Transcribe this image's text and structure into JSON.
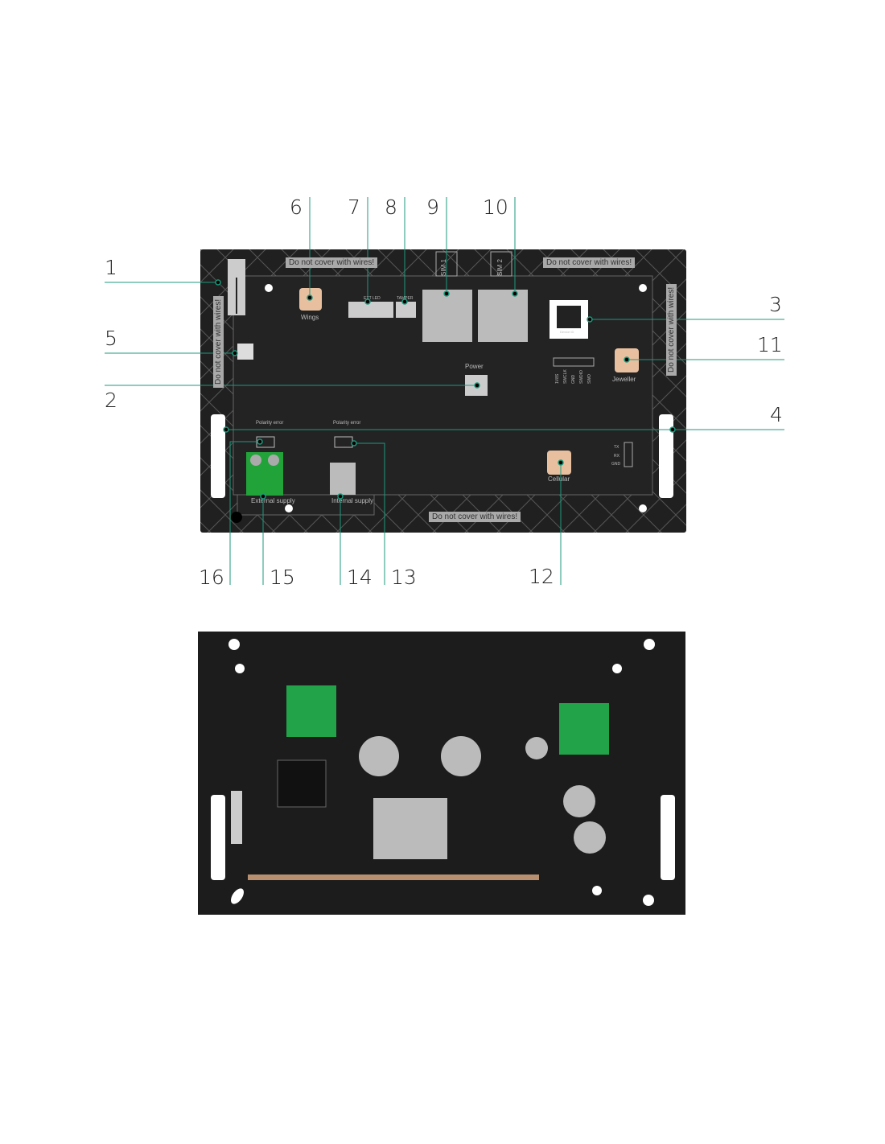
{
  "callouts": [
    "1",
    "2",
    "3",
    "4",
    "5",
    "6",
    "7",
    "8",
    "9",
    "10",
    "11",
    "12",
    "13",
    "14",
    "15",
    "16"
  ],
  "board_labels": {
    "warning": "Do not cover with wires!",
    "wings": "Wings",
    "ext_led": "EXT LED",
    "tamper": "TAMPER",
    "sim1": "SIM 1",
    "sim2": "SIM 2",
    "device_id": "Device ID",
    "power": "Power",
    "jeweller": "Jeweller",
    "cellular": "Cellular",
    "polarity_error": "Polarity error",
    "external_supply": "External supply",
    "internal_supply": "Internal supply",
    "pins": [
      "1V8S",
      "SWCLK",
      "GND",
      "SWDIO",
      "SWO"
    ],
    "uart": [
      "TX",
      "RX",
      "GND"
    ]
  },
  "colors": {
    "board": "#1e1e1e",
    "callout_line": "#1b9a7c",
    "connector": "#e8c0a0",
    "terminal": "#22a33a"
  }
}
